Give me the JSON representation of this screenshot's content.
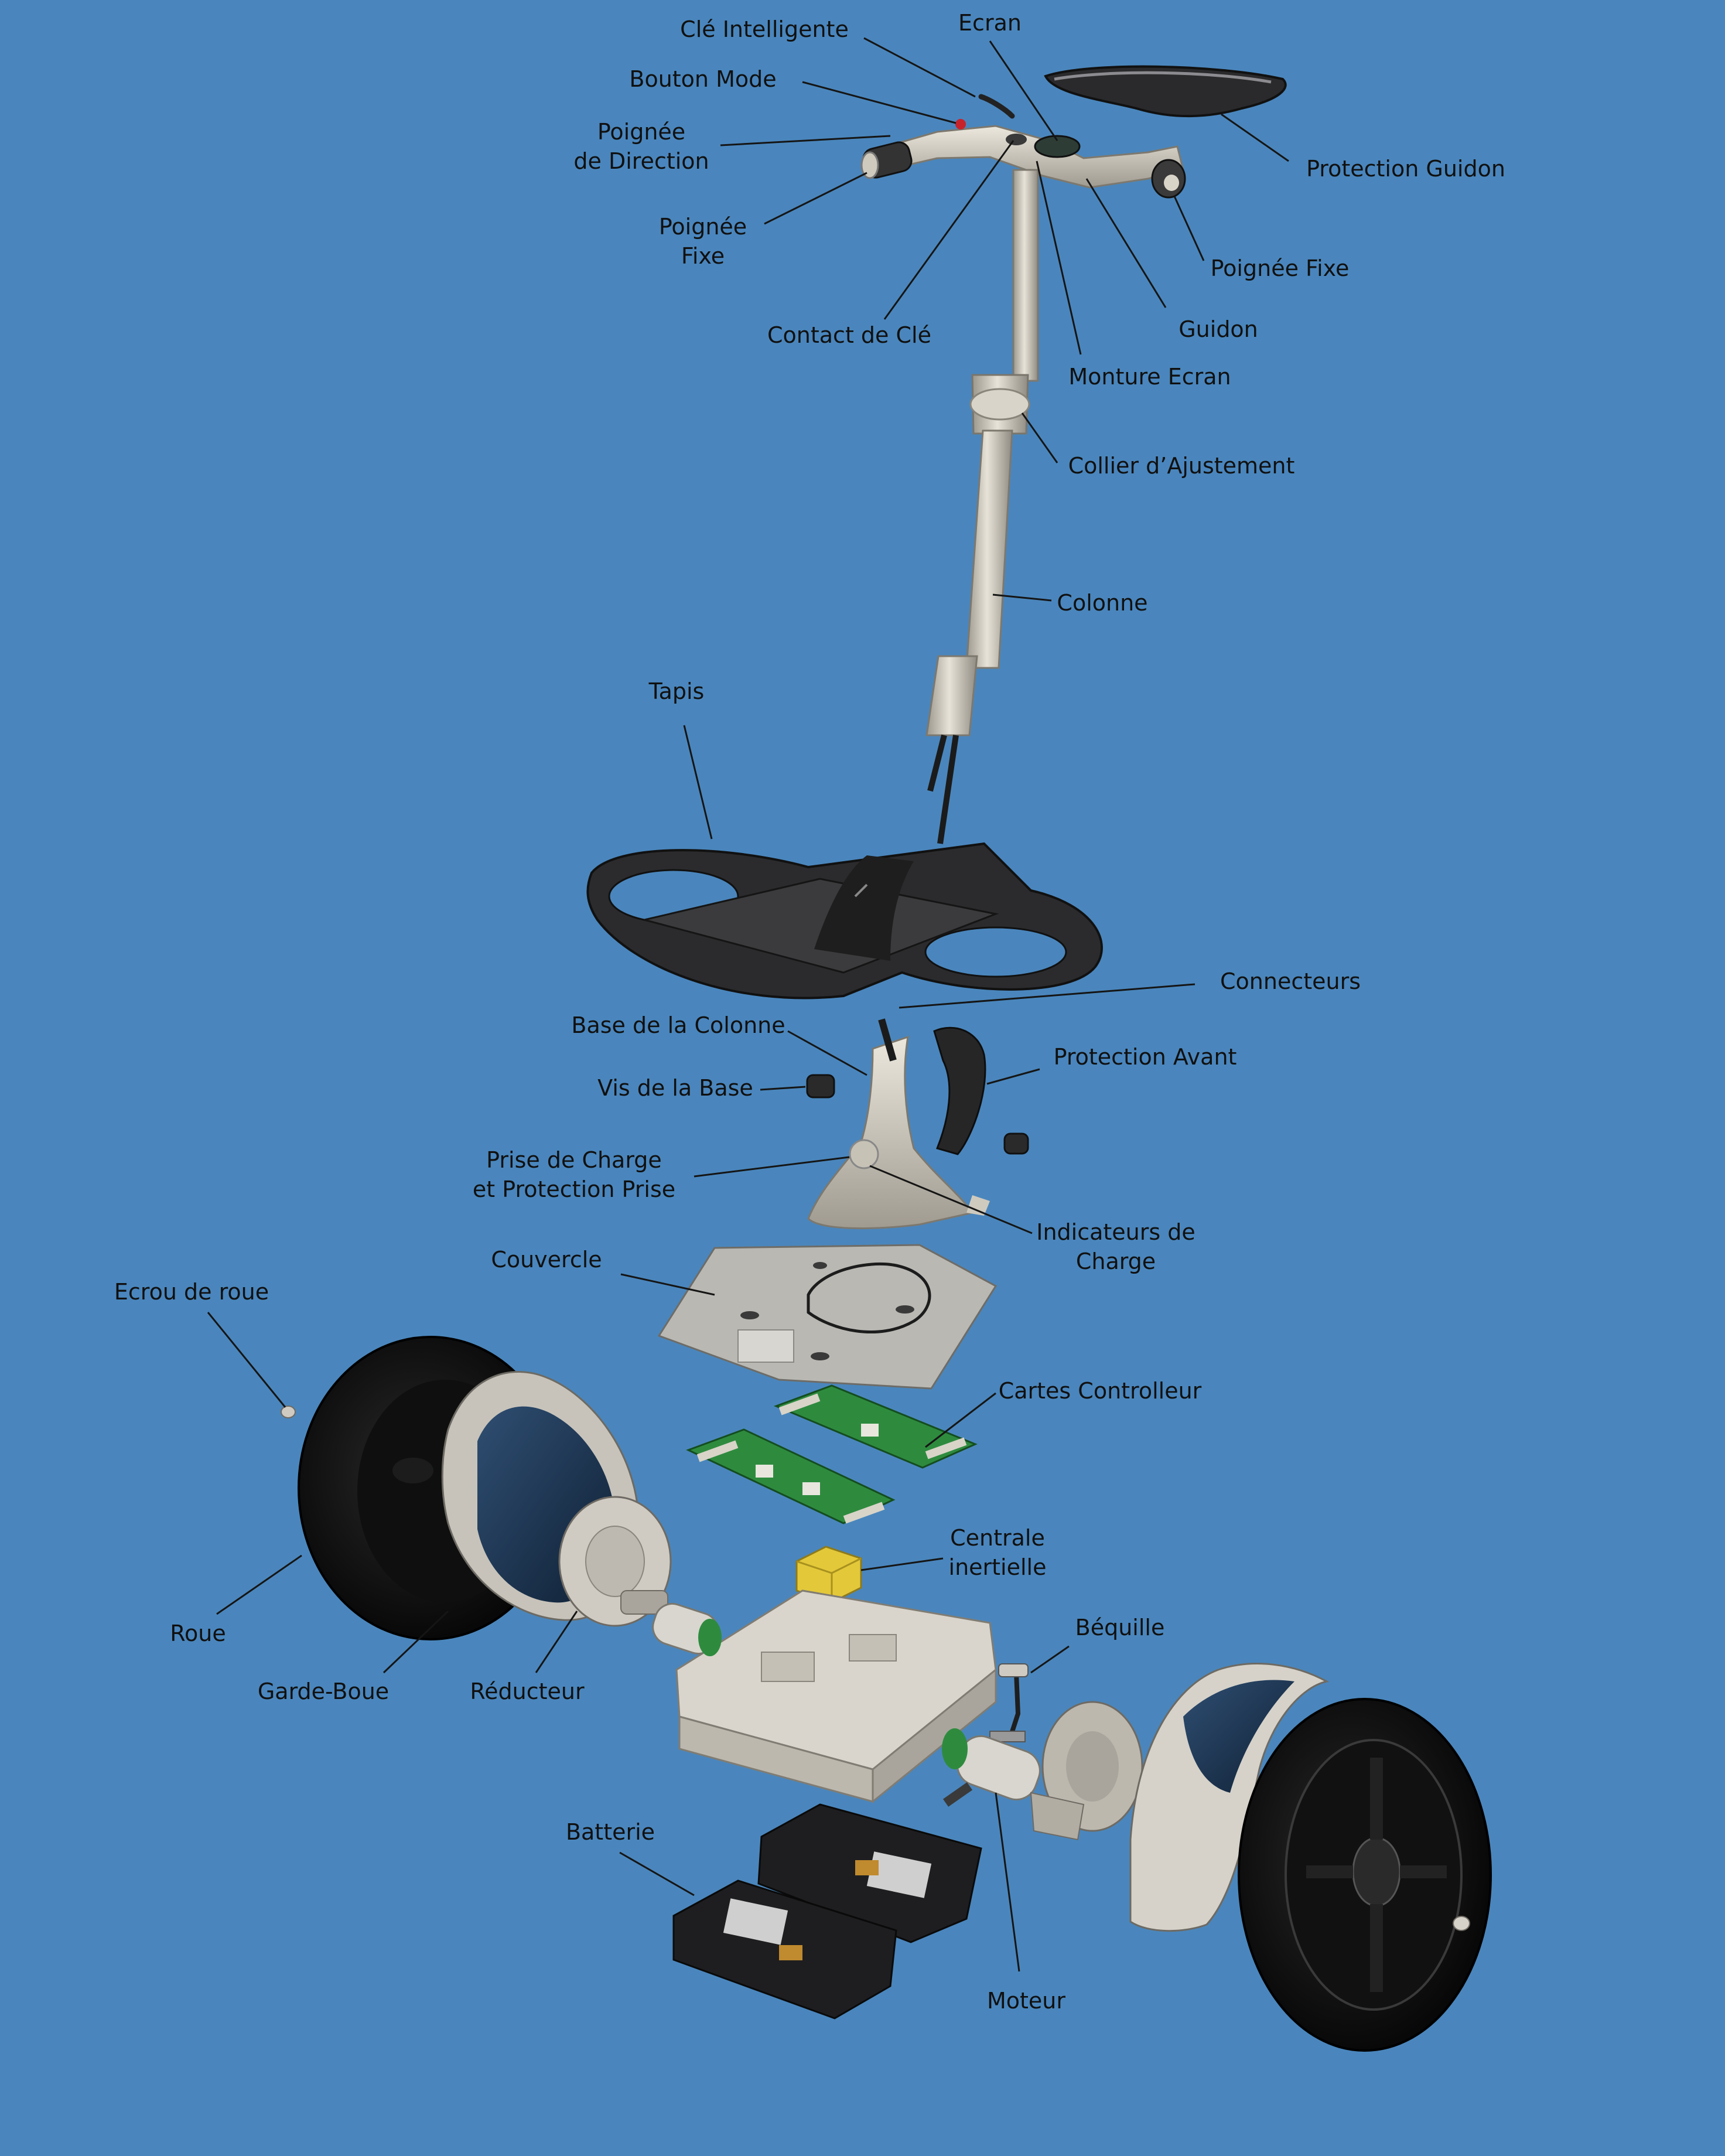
{
  "colors": {
    "background": "#4a86bd",
    "label_text": "#101010",
    "leader_line": "#151515",
    "tire": "#111111",
    "metal": "#cfcabe",
    "dark_part": "#262626",
    "circuit_green": "#2e8b3e",
    "sensor_yellow": "#e3c83a"
  },
  "labels": {
    "cle_intelligente": [
      "Clé Intelligente"
    ],
    "ecran": [
      "Ecran"
    ],
    "bouton_mode": [
      "Bouton Mode"
    ],
    "poignee_direction": [
      "Poignée",
      "de Direction"
    ],
    "protection_guidon": [
      "Protection Guidon"
    ],
    "poignee_fixe_left": [
      "Poignée",
      "Fixe"
    ],
    "poignee_fixe_right": [
      "Poignée Fixe"
    ],
    "contact_de_cle": [
      "Contact de Clé"
    ],
    "guidon": [
      "Guidon"
    ],
    "monture_ecran": [
      "Monture Ecran"
    ],
    "collier": [
      "Collier d’Ajustement"
    ],
    "colonne": [
      "Colonne"
    ],
    "tapis": [
      "Tapis"
    ],
    "connecteurs": [
      "Connecteurs"
    ],
    "base_colonne": [
      "Base de la Colonne"
    ],
    "protection_avant": [
      "Protection Avant"
    ],
    "vis_base": [
      "Vis de la Base"
    ],
    "prise_charge": [
      "Prise de Charge",
      "et Protection Prise"
    ],
    "indicateurs_charge": [
      "Indicateurs de",
      "Charge"
    ],
    "couvercle": [
      "Couvercle"
    ],
    "ecrou_roue": [
      "Ecrou de roue"
    ],
    "cartes_controlleur": [
      "Cartes Controlleur"
    ],
    "centrale_inertielle": [
      "Centrale",
      "inertielle"
    ],
    "roue": [
      "Roue"
    ],
    "garde_boue": [
      "Garde-Boue"
    ],
    "reducteur": [
      "Réducteur"
    ],
    "bequille": [
      "Béquille"
    ],
    "batterie": [
      "Batterie"
    ],
    "moteur": [
      "Moteur"
    ]
  }
}
